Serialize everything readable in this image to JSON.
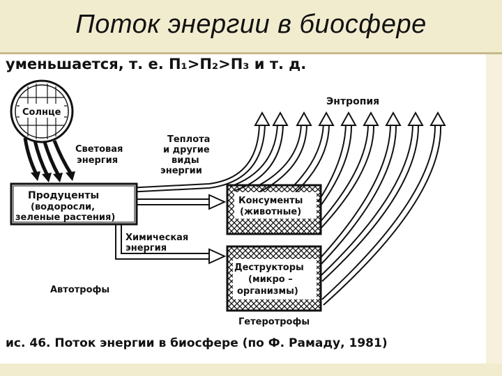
{
  "slide": {
    "title": "Поток энергии в биосфере",
    "top_fragment": "уменьшается, т. е. П₁>П₂>П₃ и т. д."
  },
  "diagram": {
    "sun_label": "Солнце",
    "light_label_1": "Световая",
    "light_label_2": "энергия",
    "heat_label_1": "Теплота",
    "heat_label_2": "и другие",
    "heat_label_3": "виды",
    "heat_label_4": "энергии",
    "entropy_label": "Энтропия",
    "producers_line1": "Продуценты",
    "producers_line2": "(водоросли,",
    "producers_line3": "зеленые растения)",
    "chemical_label_1": "Химическая",
    "chemical_label_2": "энергия",
    "consumers_line1": "Консументы",
    "consumers_line2": "(животные)",
    "destructors_line1": "Деструкторы",
    "destructors_line2": "(микро –",
    "destructors_line3": "организмы)",
    "autotrophs_label": "Автотрофы",
    "heterotrophs_label": "Гетеротрофы",
    "caption": "ис. 46. Поток энергии в биосфере (по Ф. Рамаду, 1981)"
  }
}
